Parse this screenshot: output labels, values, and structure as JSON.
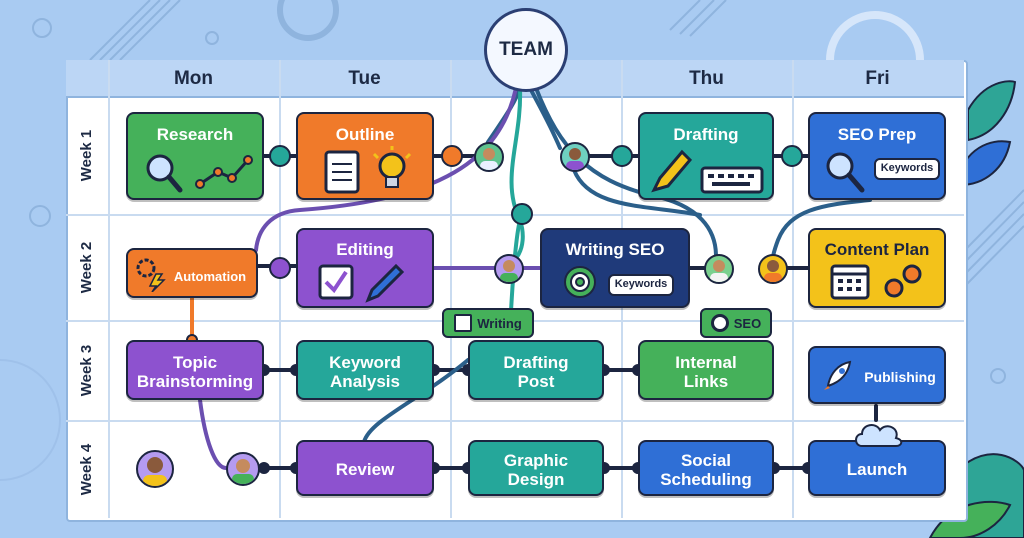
{
  "header": {
    "center_label": "TEAM",
    "days": [
      "Mon",
      "Tue",
      "Thu",
      "Fri"
    ]
  },
  "weeks": [
    "Week 1",
    "Week 2",
    "Week 3",
    "Week 4"
  ],
  "cards": {
    "research": "Research",
    "outline": "Outline",
    "drafting": "Drafting",
    "seo_prep": "SEO Prep",
    "automation": "Automation",
    "editing": "Editing",
    "writing_seo": "Writing SEO",
    "content_plan": "Content Plan",
    "topic_1": "Topic",
    "topic_2": "Brainstorming",
    "keyword_1": "Keyword",
    "keyword_2": "Analysis",
    "drafting_post_1": "Drafting",
    "drafting_post_2": "Post",
    "internal_1": "Internal",
    "internal_2": "Links",
    "publishing": "Publishing",
    "review": "Review",
    "graphic_1": "Graphic",
    "graphic_2": "Design",
    "social_1": "Social",
    "social_2": "Scheduling",
    "launch": "Launch"
  },
  "pills": {
    "keywords_a": "Keywords",
    "keywords_b": "Keywords"
  },
  "tags": {
    "writing": "Writing",
    "seo": "SEO"
  },
  "colors": {
    "background": "#a9cbf2",
    "green": "#45b15a",
    "orange": "#f07a2a",
    "teal": "#25a79a",
    "blue": "#2f6fd6",
    "purple": "#8d52cf",
    "navy": "#1f3a7a",
    "yellow": "#f3c21a"
  }
}
